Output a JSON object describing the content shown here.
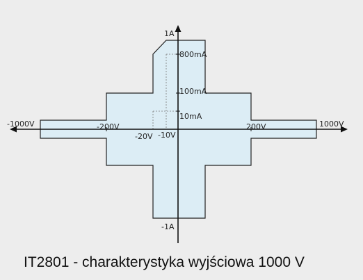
{
  "diagram": {
    "labels": {
      "i_pos_1a": "1A",
      "i_800ma": "800mA",
      "i_100ma": "100mA",
      "i_10ma": "10mA",
      "i_neg_1a": "-1A",
      "v_neg_1000": "-1000V",
      "v_neg_200": "-200V",
      "v_neg_20": "-20V",
      "v_neg_10": "-10V",
      "v_pos_200": "200V",
      "v_pos_1000": "1000V"
    },
    "colors": {
      "region_fill": "#dcedf5",
      "outline": "#222222",
      "axis": "#111111",
      "guide": "#777777"
    }
  },
  "caption": "IT2801 - charakterystyka wyjściowa 1000 V"
}
